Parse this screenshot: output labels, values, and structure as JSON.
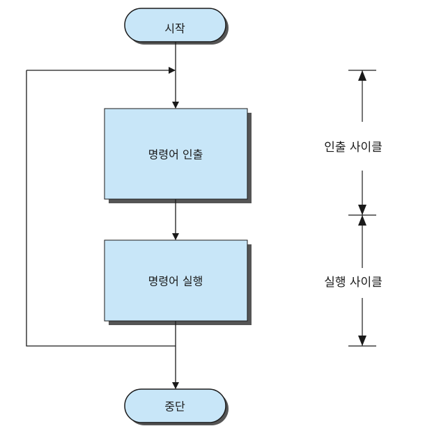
{
  "flowchart": {
    "start_label": "시작",
    "fetch_label": "명령어 인출",
    "execute_label": "명령어 실행",
    "stop_label": "중단"
  },
  "cycles": {
    "fetch_cycle_label": "인출 사이클",
    "execute_cycle_label": "실행 사이클"
  },
  "colors": {
    "terminator_fill": "#c8e6f8",
    "process_fill": "#c8e6f8",
    "shadow": "#555555",
    "line": "#1a1a1a"
  }
}
